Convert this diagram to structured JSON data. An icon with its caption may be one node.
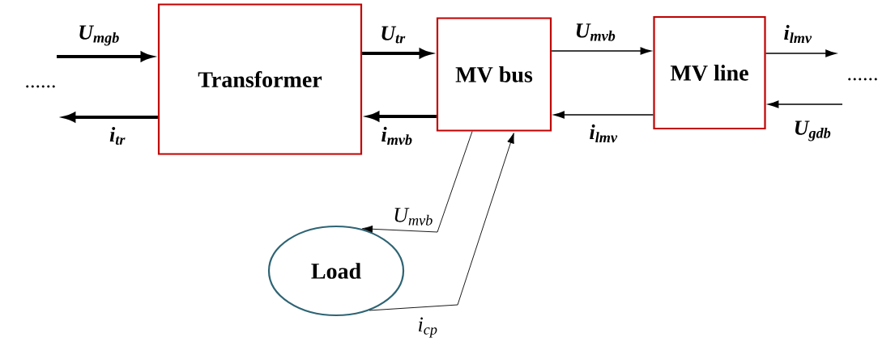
{
  "diagram": {
    "nodes": [
      {
        "text": [
          "Transformer"
        ]
      },
      {
        "text": [
          "MV bus"
        ]
      },
      {
        "text": [
          "MV line"
        ]
      },
      {
        "text": [
          "Load"
        ]
      }
    ],
    "edges": [
      {
        "from": null,
        "to": 0,
        "arrow": "to",
        "label": "U$_{mgb}$",
        "style": "thick"
      },
      {
        "from": 0,
        "to": null,
        "arrow": "to",
        "label": "i$_{tr}$",
        "style": "thick"
      },
      {
        "from": 0,
        "to": 1,
        "arrow": "to",
        "label": "U$_{tr}$",
        "style": "thick"
      },
      {
        "from": 1,
        "to": 0,
        "arrow": "to",
        "label": "i$_{mvb}$",
        "style": "thick"
      },
      {
        "from": 1,
        "to": 2,
        "arrow": "to",
        "label": "U$_{mvb}$"
      },
      {
        "from": 2,
        "to": 1,
        "arrow": "to",
        "label": "i$_{lmv}$"
      },
      {
        "from": 2,
        "to": null,
        "arrow": "to",
        "label": "i$_{lmv}$"
      },
      {
        "from": null,
        "to": 2,
        "arrow": "to",
        "label": "U$_{gdb}$"
      },
      {
        "from": 1,
        "to": 3,
        "arrow": "to",
        "label": "U$_{mvb}$"
      },
      {
        "from": 3,
        "to": 1,
        "arrow": "to",
        "label": "i$_{cp}$"
      }
    ],
    "labels": [
      "......",
      "......"
    ]
  }
}
